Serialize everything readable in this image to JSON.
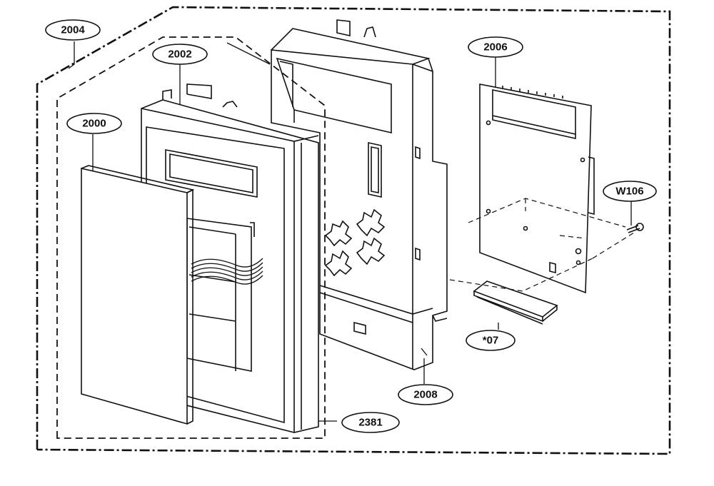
{
  "callouts": {
    "c2004": "2004",
    "c2002": "2002",
    "c2000": "2000",
    "c2006": "2006",
    "cW106": "W106",
    "c07": "*07",
    "c2008": "2008",
    "c2381": "2381"
  },
  "colors": {
    "line": "#111111",
    "background": "#ffffff"
  }
}
